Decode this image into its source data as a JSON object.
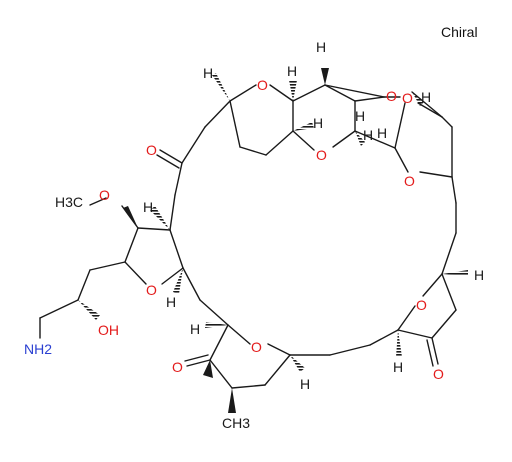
{
  "corner_label": "Chiral",
  "atoms": {
    "oxygen": "O",
    "hydrogen": "H",
    "methoxy": "H3C",
    "methyl": "CH3",
    "amine": "NH2",
    "hydroxyl": "OH"
  },
  "colors": {
    "bond": "#1a1a1a",
    "oxygen": "#e31b1b",
    "nitrogen": "#2a3fd1"
  }
}
